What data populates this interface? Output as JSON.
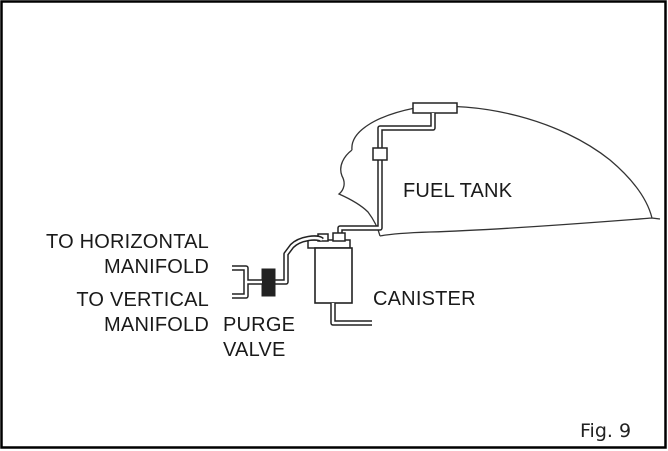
{
  "labels": {
    "fuel_tank": "FUEL TANK",
    "to_horizontal_line1": "TO HORIZONTAL",
    "to_horizontal_line2": "MANIFOLD",
    "to_vertical_line1": "TO VERTICAL",
    "to_vertical_line2": "MANIFOLD",
    "canister": "CANISTER",
    "purge_line1": "PURGE",
    "purge_line2": "VALVE"
  },
  "figure": {
    "caption": "Fig. 9"
  },
  "colors": {
    "line": "#2a2a2a",
    "background": "#ffffff",
    "frame": "#000000"
  }
}
